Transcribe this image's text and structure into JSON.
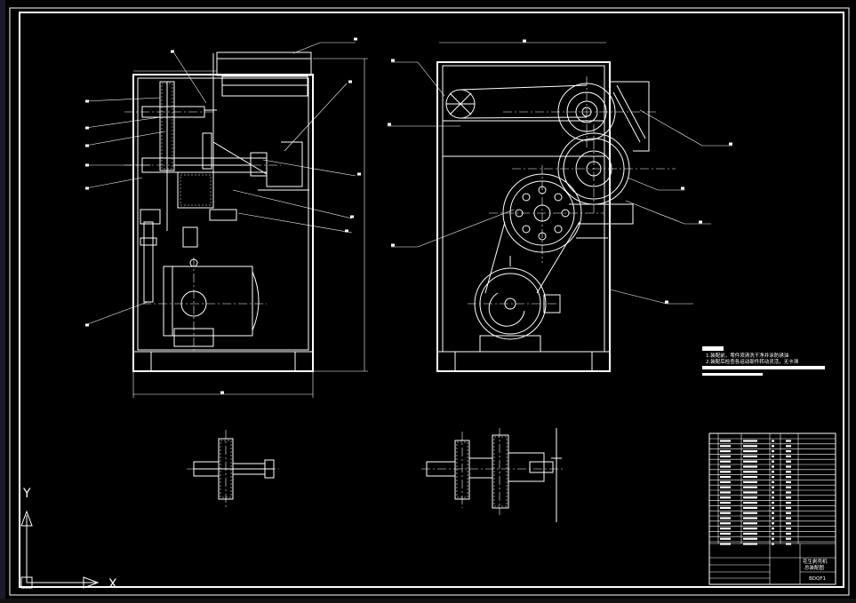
{
  "drawing": {
    "notes": {
      "heading": "技术要求",
      "lines": [
        "1.装配前，零件须清洗干净并涂防锈油",
        "2.装配后检查各运动部件转动灵活，无卡滞"
      ]
    },
    "title_block": {
      "name_line1": "花生剥壳机",
      "name_line2": "总装配图",
      "drawing_no": "BDQF1"
    },
    "axis": {
      "y_label": "Y",
      "x_label": "X"
    }
  },
  "colors": {
    "background": "#000000",
    "lines": "#ffffff"
  }
}
